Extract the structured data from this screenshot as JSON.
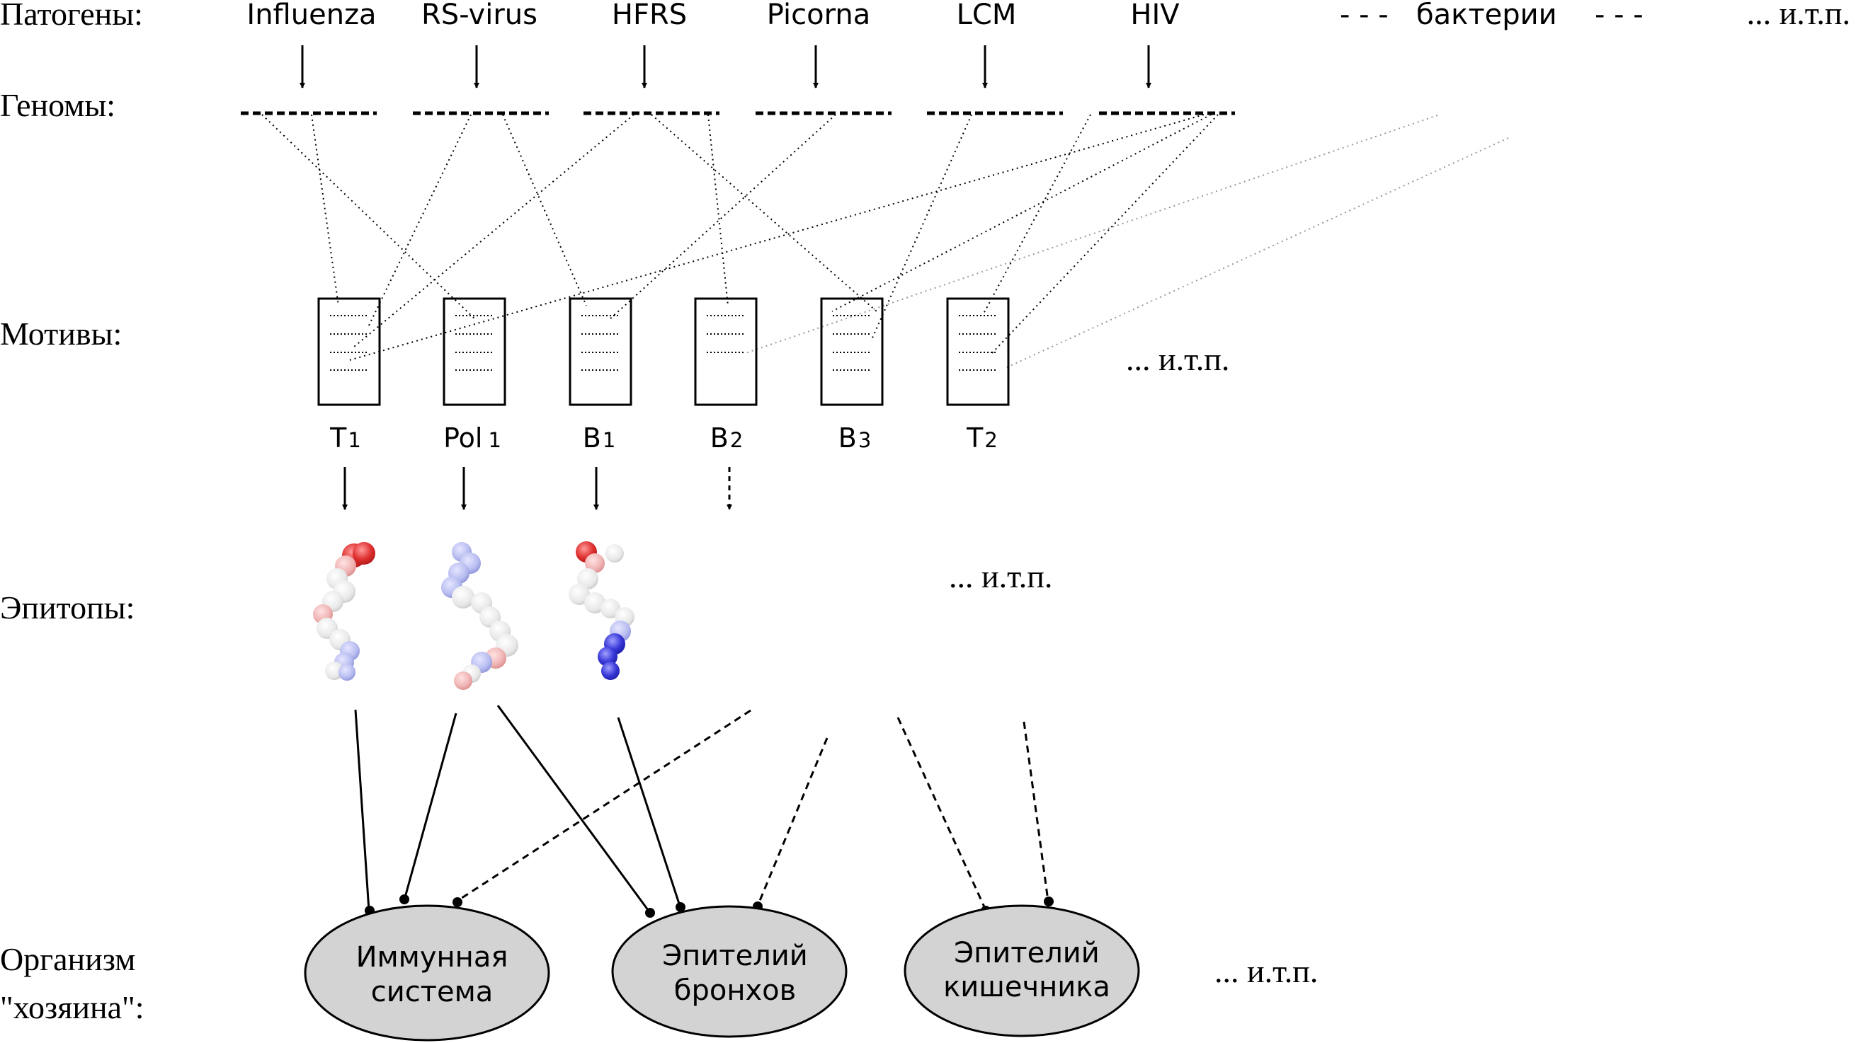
{
  "row_labels": {
    "pathogens": "Патогены:",
    "genomes": "Геномы:",
    "motifs": "Мотивы:",
    "epitopes": "Эпитопы:",
    "host_line1": "Организм",
    "host_line2": "\"хозяина\":"
  },
  "pathogens": [
    "Influenza",
    "RS-virus",
    "HFRS",
    "Picorna",
    "LCM",
    "HIV"
  ],
  "bacteria": {
    "dash_left": "- - -",
    "label": "бактерии",
    "dash_right": "- - -"
  },
  "etc": {
    "pathogens": "... и.т.п.",
    "motifs": "... и.т.п.",
    "epitopes": "... и.т.п.",
    "host": "... и.т.п."
  },
  "motifs": [
    {
      "main": "T",
      "sub": "1"
    },
    {
      "main": "Pol",
      "sub": "1"
    },
    {
      "main": "B",
      "sub": "1"
    },
    {
      "main": "B",
      "sub": "2"
    },
    {
      "main": "B",
      "sub": "3"
    },
    {
      "main": "T",
      "sub": "2"
    }
  ],
  "host_organs": [
    {
      "line1": "Иммунная",
      "line2": "система"
    },
    {
      "line1": "Эпителий",
      "line2": "бронхов"
    },
    {
      "line1": "Эпителий",
      "line2": "кишечника"
    }
  ],
  "colors": {
    "host_fill": "#d3d3d3",
    "epitope_negative": "#e03030",
    "epitope_positive": "#3838d8",
    "epitope_neutral": "#eeeeee"
  }
}
